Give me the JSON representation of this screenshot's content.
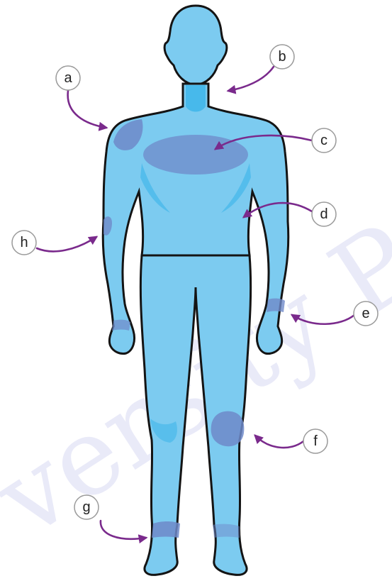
{
  "diagram": {
    "colors": {
      "skin": "#7ccbf0",
      "outline": "#141414",
      "shade": "#3ab4ea",
      "joint_highlight": "#6f89c9",
      "arrow": "#7a2a8c"
    },
    "labels": {
      "a": "a",
      "b": "b",
      "c": "c",
      "d": "d",
      "e": "e",
      "f": "f",
      "g": "g",
      "h": "h"
    },
    "watermark": "versity Pres"
  }
}
